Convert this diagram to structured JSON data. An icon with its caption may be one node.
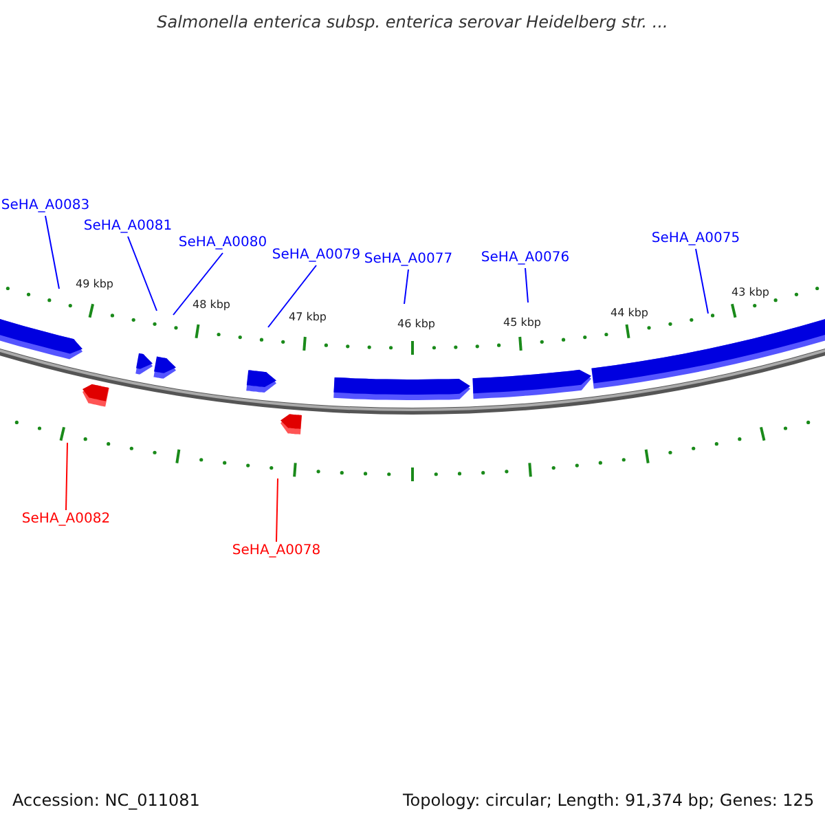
{
  "diagram": {
    "title": "Salmonella enterica subsp. enterica serovar Heidelberg str. ...",
    "nodes": [
      {
        "text": [
          "SeHA_A0083"
        ]
      },
      {
        "text": [
          "SeHA_A0081"
        ]
      },
      {
        "text": [
          "SeHA_A0080"
        ]
      },
      {
        "text": [
          "SeHA_A0079"
        ]
      },
      {
        "text": [
          "SeHA_A0077"
        ]
      },
      {
        "text": [
          "SeHA_A0076"
        ]
      },
      {
        "text": [
          "SeHA_A0075"
        ]
      },
      {
        "text": [
          "SeHA_A0082"
        ]
      },
      {
        "text": [
          "SeHA_A0078"
        ]
      }
    ],
    "edges": [
      {
        "from": 0,
        "to": null,
        "arrow": "none"
      },
      {
        "from": 1,
        "to": null,
        "arrow": "none"
      },
      {
        "from": 2,
        "to": null,
        "arrow": "none"
      },
      {
        "from": 3,
        "to": null,
        "arrow": "none"
      },
      {
        "from": 4,
        "to": null,
        "arrow": "none"
      },
      {
        "from": 5,
        "to": null,
        "arrow": "none"
      },
      {
        "from": 6,
        "to": null,
        "arrow": "none"
      },
      {
        "from": 7,
        "to": null,
        "arrow": "none",
        "color": "#ff0000"
      },
      {
        "from": 8,
        "to": null,
        "arrow": "none",
        "color": "#ff0000"
      }
    ],
    "labels": [
      "49 kbp",
      "48 kbp",
      "47 kbp",
      "46 kbp",
      "45 kbp",
      "44 kbp",
      "43 kbp",
      "Accession: NC_011081",
      "Topology: circular; Length: 91,374 bp; Genes: 125"
    ]
  }
}
